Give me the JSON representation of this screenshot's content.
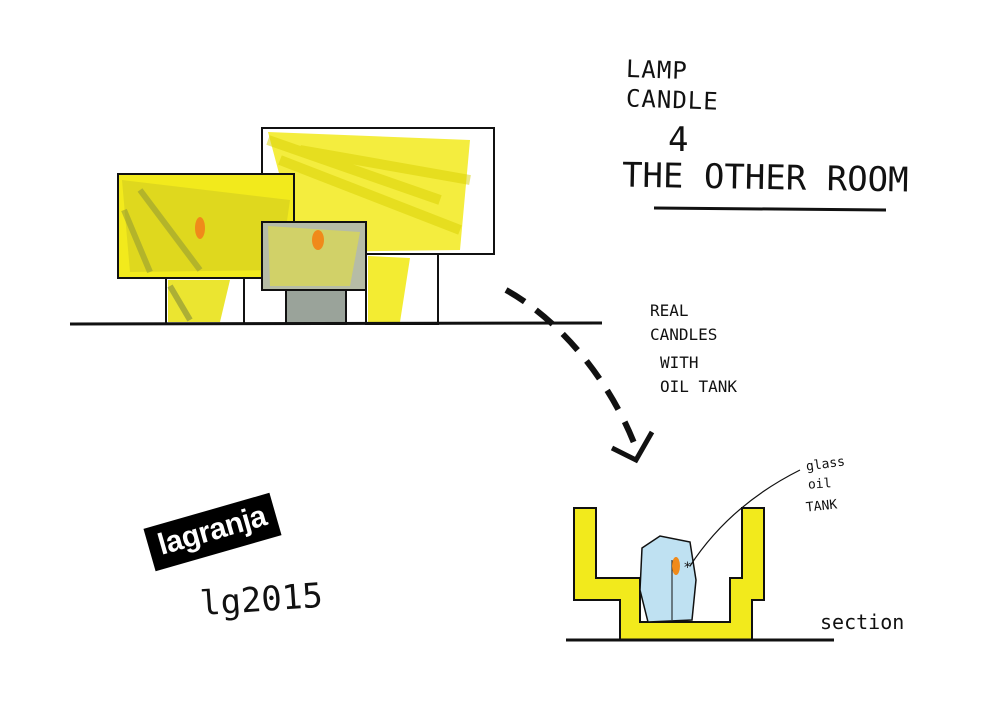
{
  "title": {
    "line1": "LAMP",
    "line2": "CANDLE",
    "line3": "4",
    "line4": "THE OTHER ROOM"
  },
  "note": {
    "line1": "REAL",
    "line2": "CANDLES",
    "line3": "WITH",
    "line4": "OIL TANK"
  },
  "tank_label": {
    "line1": "glass",
    "line2": "oil",
    "line3": "TANK"
  },
  "section_label": "section",
  "logo": "lagranja",
  "signature": "lg2015",
  "colors": {
    "yellow": "#f2ea1c",
    "ink": "#111111",
    "grey_wash": "#9aa39a",
    "orange": "#f08a1a",
    "blue_glass": "#bfe1f2"
  }
}
